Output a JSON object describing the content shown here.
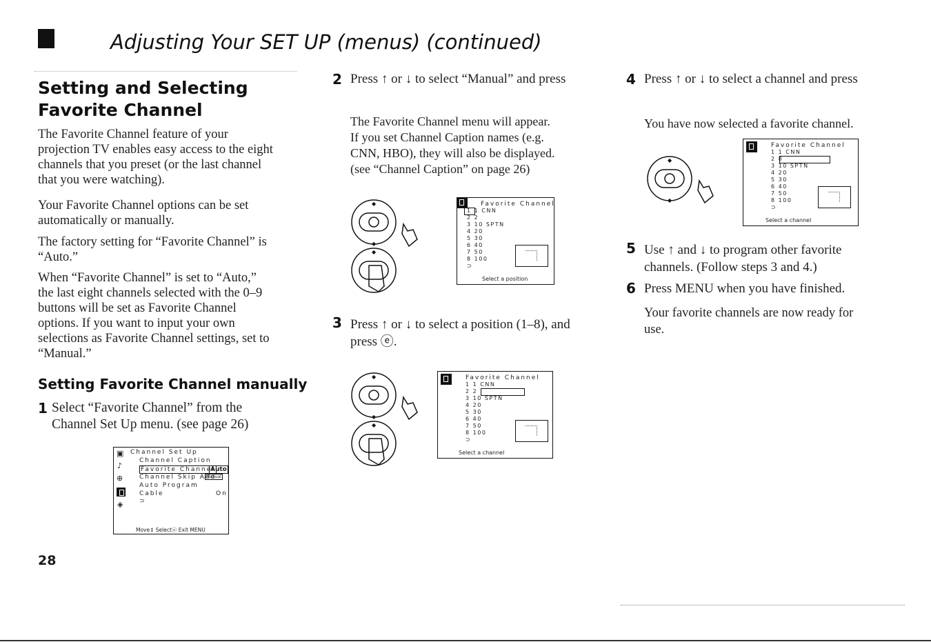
{
  "header": {
    "title": "Adjusting Your SET UP (menus) (continued)"
  },
  "section": {
    "heading_line1": "Setting and Selecting",
    "heading_line2": "Favorite Channel",
    "p1": [
      "The Favorite Channel feature of your",
      "projection TV enables easy access to the eight",
      "channels that you preset (or the last channel",
      "that you were watching)."
    ],
    "p2": [
      "Your Favorite Channel options can be set",
      "automatically or manually."
    ],
    "p3": [
      "The factory setting for “Favorite Channel” is",
      "“Auto.”"
    ],
    "p4": [
      "When “Favorite Channel” is set to “Auto,”",
      "the last eight channels selected with the 0–9",
      "buttons will be set as Favorite Channel",
      "options. If you want to input your own",
      "selections as Favorite Channel settings, set to",
      "“Manual.”"
    ]
  },
  "subsection": {
    "heading": "Setting Favorite Channel manually"
  },
  "steps": [
    {
      "num": "1",
      "lines": [
        "Select “Favorite Channel” from the",
        "Channel Set Up menu. (see page 26)"
      ]
    },
    {
      "num": "2",
      "lines": [
        "Press ↑ or ↓ to select “Manual” and press"
      ],
      "detail": [
        "The Favorite Channel menu will appear.",
        "If you set Channel Caption names (e.g.",
        "CNN, HBO), they will also be displayed.",
        "(see “Channel Caption” on page 26)"
      ]
    },
    {
      "num": "3",
      "lines": [
        "Press ↑ or ↓ to select a position (1–8), and",
        "press ⓔ."
      ]
    },
    {
      "num": "4",
      "lines": [
        "Press ↑ or ↓ to select a channel and press"
      ],
      "detail": [
        "You have now selected a favorite channel."
      ]
    },
    {
      "num": "5",
      "lines": [
        "Use ↑ and ↓ to program other favorite",
        "channels. (Follow steps 3 and 4.)"
      ]
    },
    {
      "num": "6",
      "lines": [
        "Press MENU when you have finished."
      ],
      "detail": [
        "Your favorite channels are now ready for",
        "use."
      ]
    }
  ],
  "menu_screen": {
    "title": "Channel Set Up",
    "items": [
      "Channel Caption",
      "Favorite Channel",
      "Channel Skip Add",
      "Auto Program",
      "Cable",
      "⊃"
    ],
    "favorite_value": "Auto",
    "skip_value": "Manual",
    "cable_value": "On",
    "footer": "Move↕  Selectⓔ  Exit MENU"
  },
  "fav_screen_a": {
    "title": "Favorite Channel",
    "rows": [
      "1    1   CNN",
      "2    2",
      "3   10  SPTN",
      "4   20",
      "5   30",
      "6   40",
      "7   50",
      "8  100",
      "⊃"
    ],
    "footer": "Select a position"
  },
  "fav_screen_b": {
    "title": "Favorite Channel",
    "rows": [
      "1    1   CNN",
      "2    2",
      "3   10  SPTN",
      "4   20",
      "5   30",
      "6   40",
      "7   50",
      "8  100",
      "⊃"
    ],
    "footer": "Select a channel"
  },
  "fav_screen_c": {
    "title": "Favorite Channel",
    "rows": [
      "1    1   CNN",
      "2    8",
      "3   10  SPTN",
      "4   20",
      "5   30",
      "6   40",
      "7   50",
      "8  100",
      "⊃"
    ],
    "footer": "Select a channel"
  },
  "page_number": "28"
}
